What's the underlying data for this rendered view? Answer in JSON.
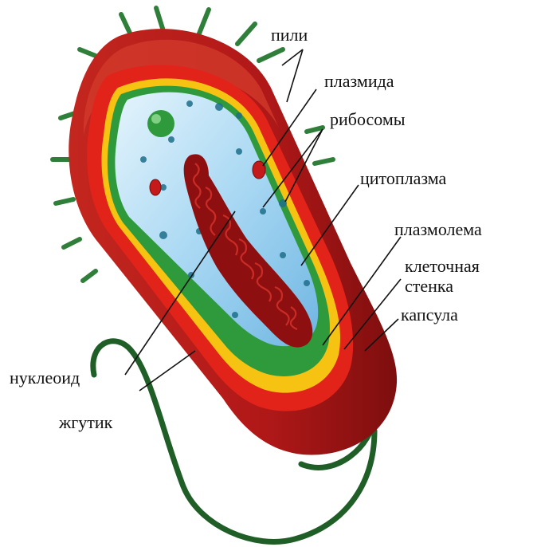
{
  "labels": {
    "pili": "пили",
    "plasmid": "плазмида",
    "ribosomes": "рибосомы",
    "cytoplasm": "цитоплазма",
    "plasmalemma": "плазмолема",
    "cell_wall_line1": "клеточная",
    "cell_wall_line2": "стенка",
    "capsule": "капсула",
    "nucleoid": "нуклеоид",
    "flagellum": "жгутик"
  },
  "colors": {
    "capsule": "#b01818",
    "capsule_highlight": "#d23a2a",
    "cell_wall": "#e2231a",
    "wall_yellow": "#f6c312",
    "plasmalemma": "#2f9a3c",
    "cytoplasm": "#a9d8f3",
    "nucleoid": "#8e0f0f",
    "flagellum": "#1f5e26",
    "pili": "#2f7f3a"
  }
}
